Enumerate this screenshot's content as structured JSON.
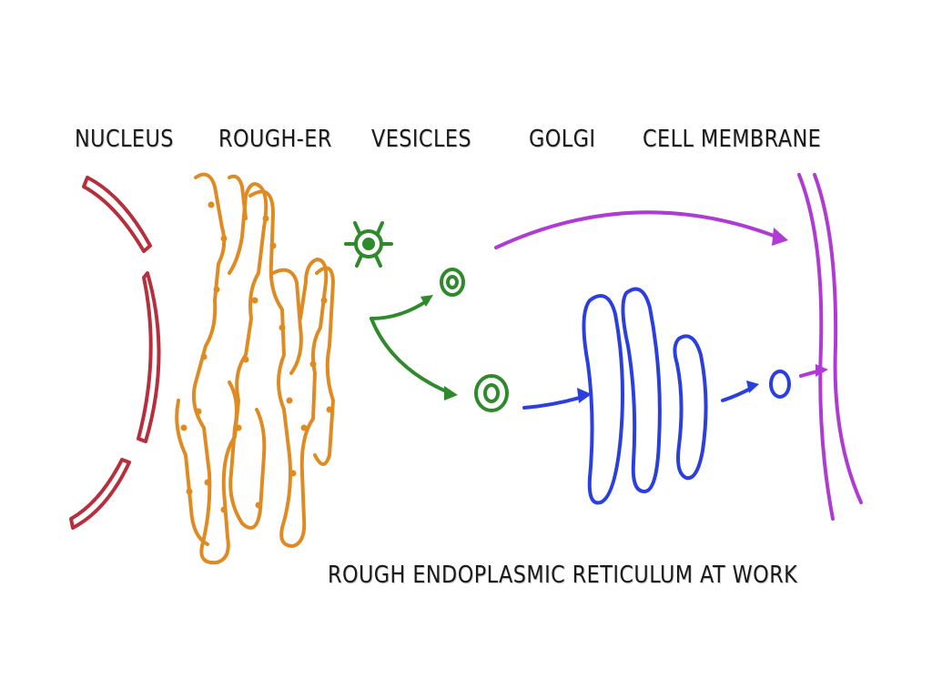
{
  "labels": {
    "nucleus": "NUCLEUS",
    "rough_er": "ROUGH-ER",
    "vesicles": "VESICLES",
    "golgi": "GOLGI",
    "cell_membrane": "CELL MEMBRANE"
  },
  "caption": "ROUGH ENDOPLASMIC RETICULUM AT WORK",
  "colors": {
    "nucleus": "#b5303c",
    "rough_er": "#e08a22",
    "vesicles": "#2e8a2a",
    "golgi": "#2b3fe0",
    "cell_membrane": "#b03ad4"
  }
}
